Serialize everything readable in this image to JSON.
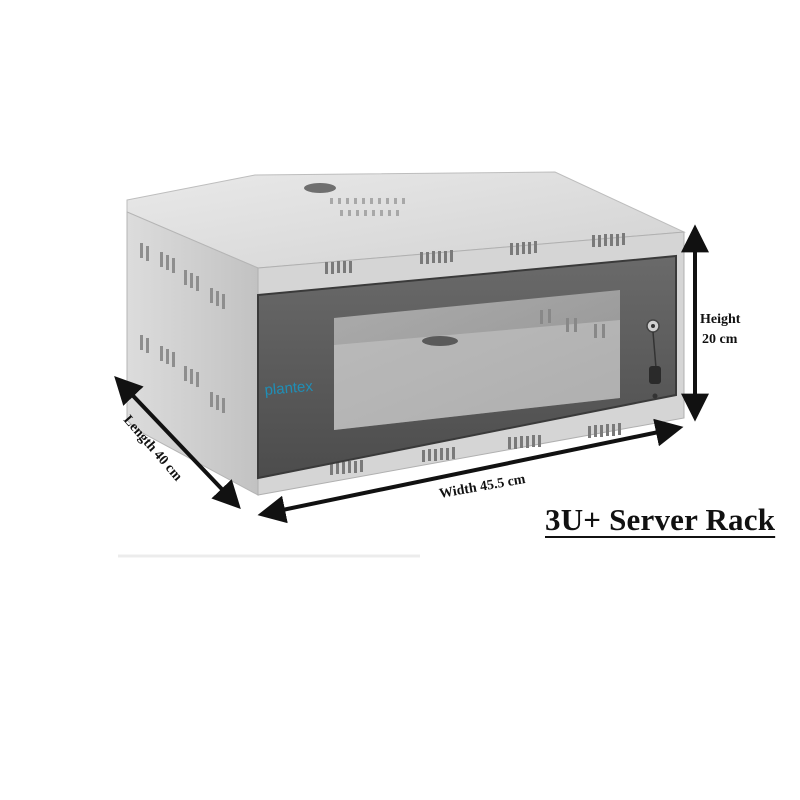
{
  "product": {
    "brand": "plantex",
    "caption": "3U+ Server Rack"
  },
  "dimensions": {
    "height": "Height\n20 cm",
    "height_line1": "Height",
    "height_line2": "20 cm",
    "length": "Length 40 cm",
    "width": "Width 45.5 cm"
  },
  "colors": {
    "body_light": "#d9d9d9",
    "body_shadow": "#bdbdbd",
    "glass_door": "#5c5c5c",
    "frame": "#4a4a4a",
    "brand_blue": "#1f8fb7"
  }
}
